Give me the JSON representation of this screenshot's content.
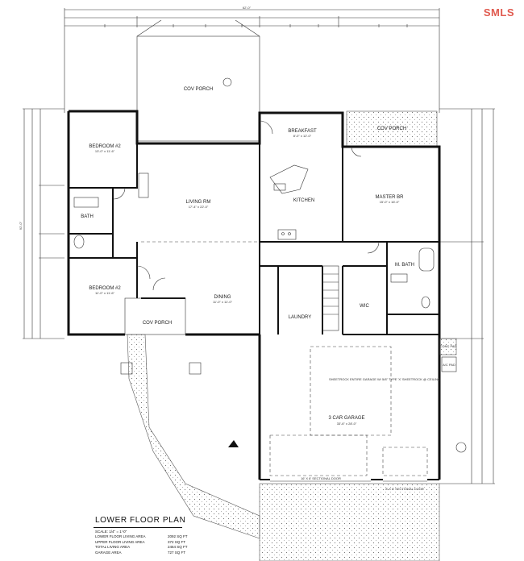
{
  "brand": "SMLS",
  "title": "LOWER FLOOR PLAN",
  "scale": "SCALE: 1/4\" = 1'-0\"",
  "areas": [
    {
      "label": "LOWER FLOOR LIVING AREA",
      "value": "2092 SQ FT"
    },
    {
      "label": "UPPER FLOOR LIVING AREA",
      "value": "372 SQ FT"
    },
    {
      "label": "TOTAL LIVING AREA",
      "value": "2464 SQ FT"
    },
    {
      "label": "GARAGE AREA",
      "value": "727 SQ FT"
    }
  ],
  "rooms": {
    "cov_porch_top": "COV PORCH",
    "breakfast": "BREAKFAST",
    "breakfast_dim": "8'-0\" x 12'-0\"",
    "cov_porch_right": "COV PORCH",
    "bedroom2_top": "BEDROOM #2",
    "bedroom2_top_dim": "13'-0\" x 11'-6\"",
    "living_rm": "LIVING RM",
    "living_rm_dim": "17'-4\" x 22'-0\"",
    "kitchen": "KITCHEN",
    "master_br": "MASTER BR",
    "master_br_dim": "15'-0\" x 16'-0\"",
    "bath": "BATH",
    "m_bath": "M. BATH",
    "bedroom2_bottom": "BEDROOM #2",
    "bedroom2_bottom_dim": "11'-0\" x 11'-6\"",
    "dining": "DINING",
    "dining_dim": "11'-0\" x 11'-0\"",
    "wic": "WIC",
    "laundry": "LAUNDRY",
    "cov_porch_bottom": "COV PORCH",
    "garage": "3 CAR GARAGE",
    "garage_dim": "33'-6\" x 28'-0\"",
    "garage_note": "SHEETROCK ENTIRE GARAGE W/ 5/8\" TYPE 'X' SHEETROCK @ CEILING",
    "sectional_door_1": "16' X 8' SECTIONAL DOOR",
    "sectional_door_2": "8' X 8' SECTIONAL DOOR",
    "ac_pad": "A/C PAD",
    "conc_pad": "CONC PAD",
    "overall_width": "62'-0\"",
    "overall_depth": "92'-0\""
  }
}
